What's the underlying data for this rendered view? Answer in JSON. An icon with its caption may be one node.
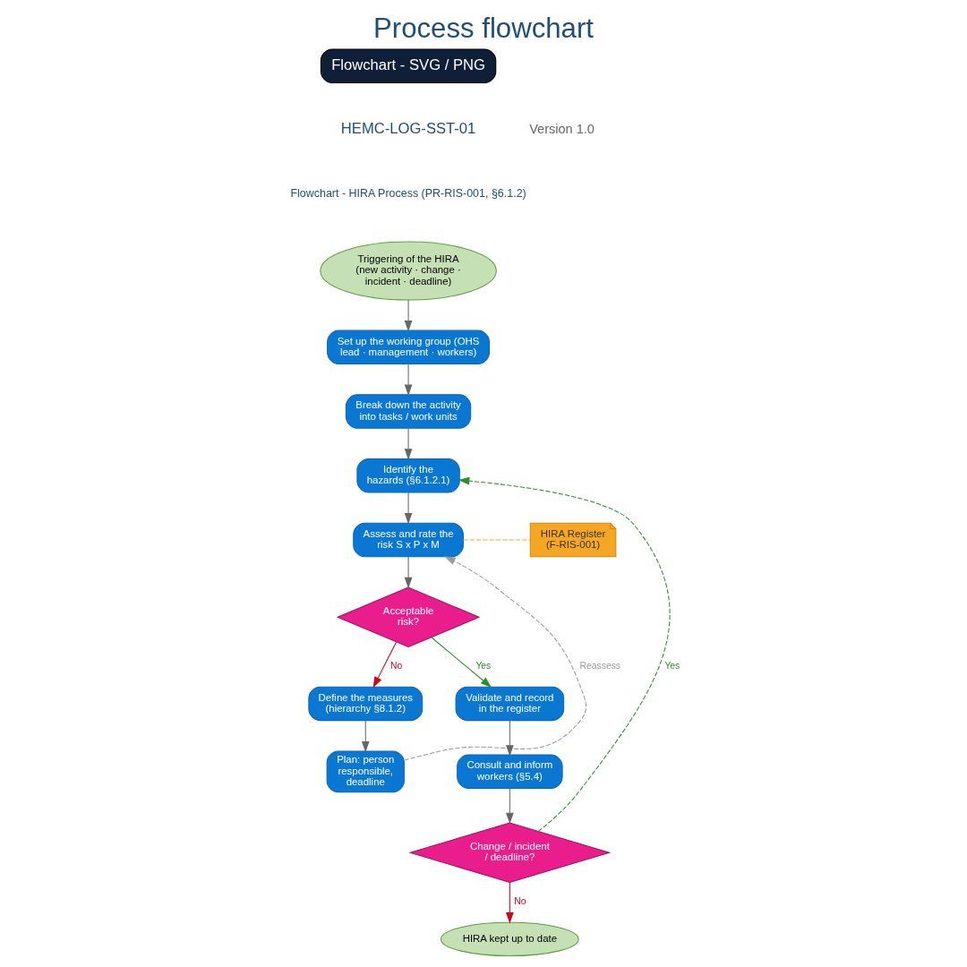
{
  "diagram": {
    "title": "Process flowchart",
    "nodes": [
      {
        "text": [
          "Triggering of the HIRA (new activity · change · incident · deadline)"
        ]
      },
      {
        "text": [
          "Set up the working group (OHS lead · management · workers)"
        ]
      },
      {
        "text": [
          "Break down the activity into tasks / work units"
        ]
      },
      {
        "text": [
          "Identify the hazards (§6.1.2.1)"
        ]
      },
      {
        "text": [
          "Assess and rate the risk S x P x M"
        ]
      },
      {
        "text": [
          "HIRA Register (F-RIS-001)"
        ]
      },
      {
        "text": [
          "Acceptable risk?"
        ]
      },
      {
        "text": [
          "Define the measures (hierarchy §8.1.2)"
        ]
      },
      {
        "text": [
          "Plan: person responsible, deadline"
        ]
      },
      {
        "text": [
          "Validate and record in the register"
        ]
      },
      {
        "text": [
          "Consult and inform workers (§5.4)"
        ]
      },
      {
        "text": [
          "Change / incident / deadline?"
        ]
      },
      {
        "text": [
          "HIRA kept up to date"
        ]
      }
    ],
    "edges": [
      {
        "from": 0,
        "to": 1,
        "arrow": "to"
      },
      {
        "from": 1,
        "to": 2,
        "arrow": "to"
      },
      {
        "from": 2,
        "to": 3,
        "arrow": "to"
      },
      {
        "from": 3,
        "to": 4,
        "arrow": "to"
      },
      {
        "from": 4,
        "to": 5,
        "arrow": "none",
        "style": "dashed",
        "color": "#e8a84a"
      },
      {
        "from": 4,
        "to": 6,
        "arrow": "to"
      },
      {
        "from": 6,
        "to": 7,
        "arrow": "to",
        "label": "No",
        "color": "#d0021b"
      },
      {
        "from": 6,
        "to": 9,
        "arrow": "to",
        "label": "Yes",
        "color": "#2e8b2e"
      },
      {
        "from": 7,
        "to": 8,
        "arrow": "to"
      },
      {
        "from": 8,
        "to": 4,
        "arrow": "to",
        "label": "Reassess",
        "style": "dashed",
        "color": "#999999"
      },
      {
        "from": 9,
        "to": 10,
        "arrow": "to"
      },
      {
        "from": 10,
        "to": 11,
        "arrow": "to"
      },
      {
        "from": 11,
        "to": 3,
        "arrow": "to",
        "label": "Yes",
        "style": "dashed",
        "color": "#2e8b2e"
      },
      {
        "from": 11,
        "to": 12,
        "arrow": "to",
        "label": "No",
        "color": "#d0021b"
      }
    ],
    "labels": [
      "Flowchart - SVG / PNG",
      "HEMC-LOG-SST-01",
      "Version 1.0",
      "Flowchart - HIRA Process (PR-RIS-001, §6.1.2)"
    ]
  }
}
